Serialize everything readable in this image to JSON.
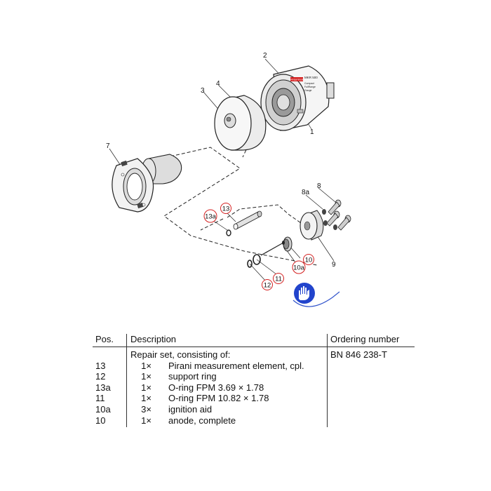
{
  "diagram": {
    "callouts": {
      "p1": "1",
      "p2": "2",
      "p3": "3",
      "p4": "4",
      "p7": "7",
      "p8": "8",
      "p8a": "8a",
      "p9": "9",
      "p10": "10",
      "p10a": "10a",
      "p11": "11",
      "p12": "12",
      "p13": "13",
      "p13a": "13a"
    },
    "gauge_label": {
      "brand": "PFEIFFER",
      "model": "MKR 500",
      "line1": "Compact",
      "line2": "FullRange",
      "line3": "Gauge"
    },
    "accent_red": "#d42020",
    "badge_color": "#2244cc",
    "badge_icon": "glove-hand-icon"
  },
  "table": {
    "headers": {
      "pos": "Pos.",
      "description": "Description",
      "ordering": "Ordering number"
    },
    "set": {
      "description": "Repair set, consisting of:",
      "ordering": "BN 846 238-T"
    },
    "items": [
      {
        "pos": "13",
        "qty": "1×",
        "name": "Pirani measurement element, cpl."
      },
      {
        "pos": "12",
        "qty": "1×",
        "name": "support ring"
      },
      {
        "pos": "13a",
        "qty": "1×",
        "name": "O-ring FPM 3.69 × 1.78"
      },
      {
        "pos": "11",
        "qty": "1×",
        "name": "O-ring FPM 10.82 × 1.78"
      },
      {
        "pos": "10a",
        "qty": "3×",
        "name": "ignition aid"
      },
      {
        "pos": "10",
        "qty": "1×",
        "name": "anode, complete"
      }
    ]
  }
}
